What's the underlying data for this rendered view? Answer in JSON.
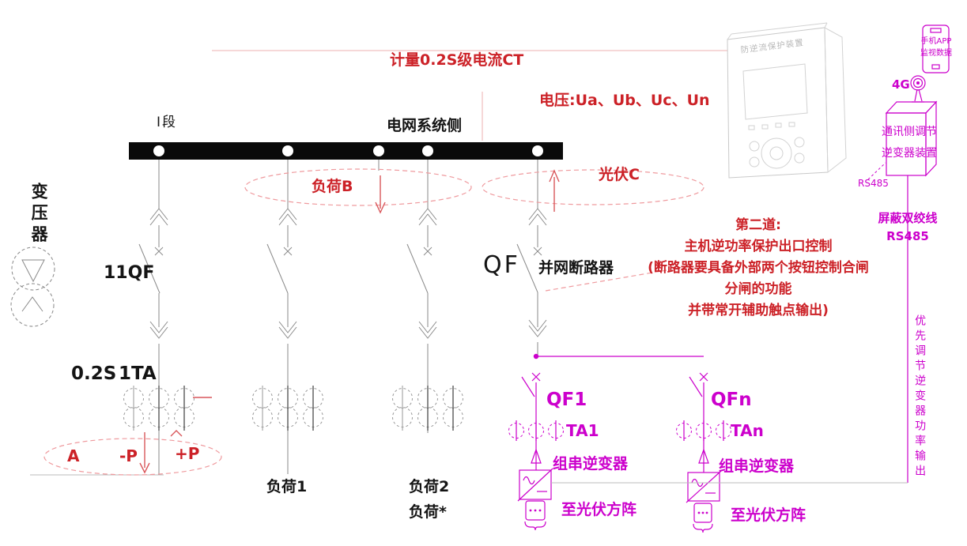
{
  "colors": {
    "annotation_red": "#cc2127",
    "comm_magenta": "#cc00cc",
    "line_gray": "#8a8a8a",
    "device_gray": "#c9c9c9",
    "busbar_black": "#0a0a0a"
  },
  "top": {
    "metering_ct": "计量0.2S级电流CT",
    "voltage": "电压:Ua、Ub、Uc、Un",
    "grid_side": "电网系统侧",
    "bus_section": "Ⅰ段"
  },
  "left": {
    "transformer": "变压器",
    "main_breaker": "11QF",
    "ct_class": "0.2S",
    "ct_name": "1TA",
    "meter_a": "A",
    "meter_minus_p": "-P",
    "meter_plus_p": "+P"
  },
  "loads": {
    "load_b": "负荷B",
    "load1": "负荷1",
    "load2": "负荷2",
    "load_star": "负荷*"
  },
  "pv": {
    "pv_c": "光伏C",
    "qf": "QF",
    "grid_breaker": "并网断路器",
    "qf1": "QF1",
    "qfn": "QFn",
    "ta1": "TA1",
    "tan": "TAn",
    "inverter_left": "组串逆变器",
    "inverter_right": "组串逆变器",
    "to_pv_left": "至光伏方阵",
    "to_pv_right": "至光伏方阵"
  },
  "note": {
    "lines": [
      "第二道:",
      "主机逆功率保护出口控制",
      "(断路器要具备外部两个按钮控制合闸",
      "分闸的功能",
      "并带常开辅助触点输出)"
    ]
  },
  "comm": {
    "device_title": "防逆流保护装置",
    "phone_line1": "手机APP",
    "phone_line2": "监视数据",
    "g4": "4G",
    "box_line1": "通讯侧调节",
    "box_line2": "逆变器装置",
    "rs485_port": "RS485",
    "cable_line1": "屏蔽双绞线",
    "cable_line2": "RS485",
    "priority_note": "优先调节逆变器功率输出"
  }
}
